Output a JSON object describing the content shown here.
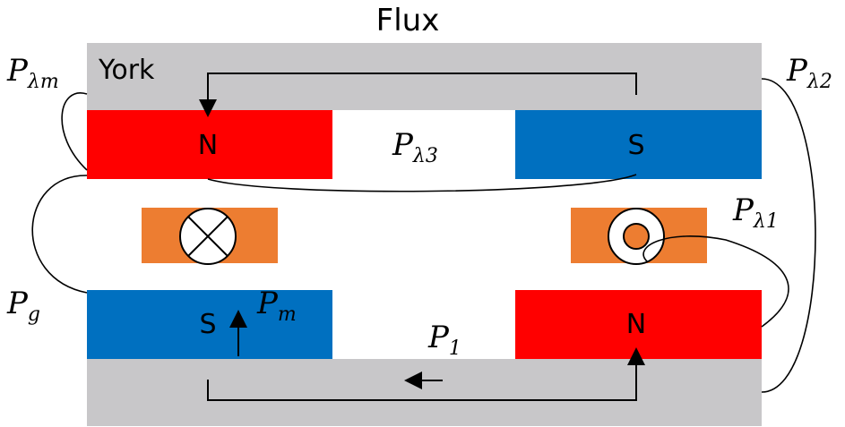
{
  "diagram": {
    "title": "Flux",
    "yoke_label": "York",
    "poles": {
      "top_left": "N",
      "top_right": "S",
      "bottom_left": "S",
      "bottom_right": "N"
    },
    "permeances": {
      "p_lambda_m": {
        "main": "P",
        "sub": "λm"
      },
      "p_lambda_2": {
        "main": "P",
        "sub": "λ2"
      },
      "p_lambda_3": {
        "main": "P",
        "sub": "λ3"
      },
      "p_lambda_1": {
        "main": "P",
        "sub": "λ1"
      },
      "p_g": {
        "main": "P",
        "sub": "g"
      },
      "p_m": {
        "main": "P",
        "sub": "m"
      },
      "p_1": {
        "main": "P",
        "sub": "1"
      }
    },
    "colors": {
      "yoke": "#c8c7c9",
      "north_magnet": "#ff0000",
      "south_magnet": "#0070c0",
      "coil": "#ed7d31",
      "line": "#000000"
    },
    "icons": {
      "left_conductor": "current-into-page-icon",
      "right_conductor": "current-out-of-page-icon"
    }
  }
}
